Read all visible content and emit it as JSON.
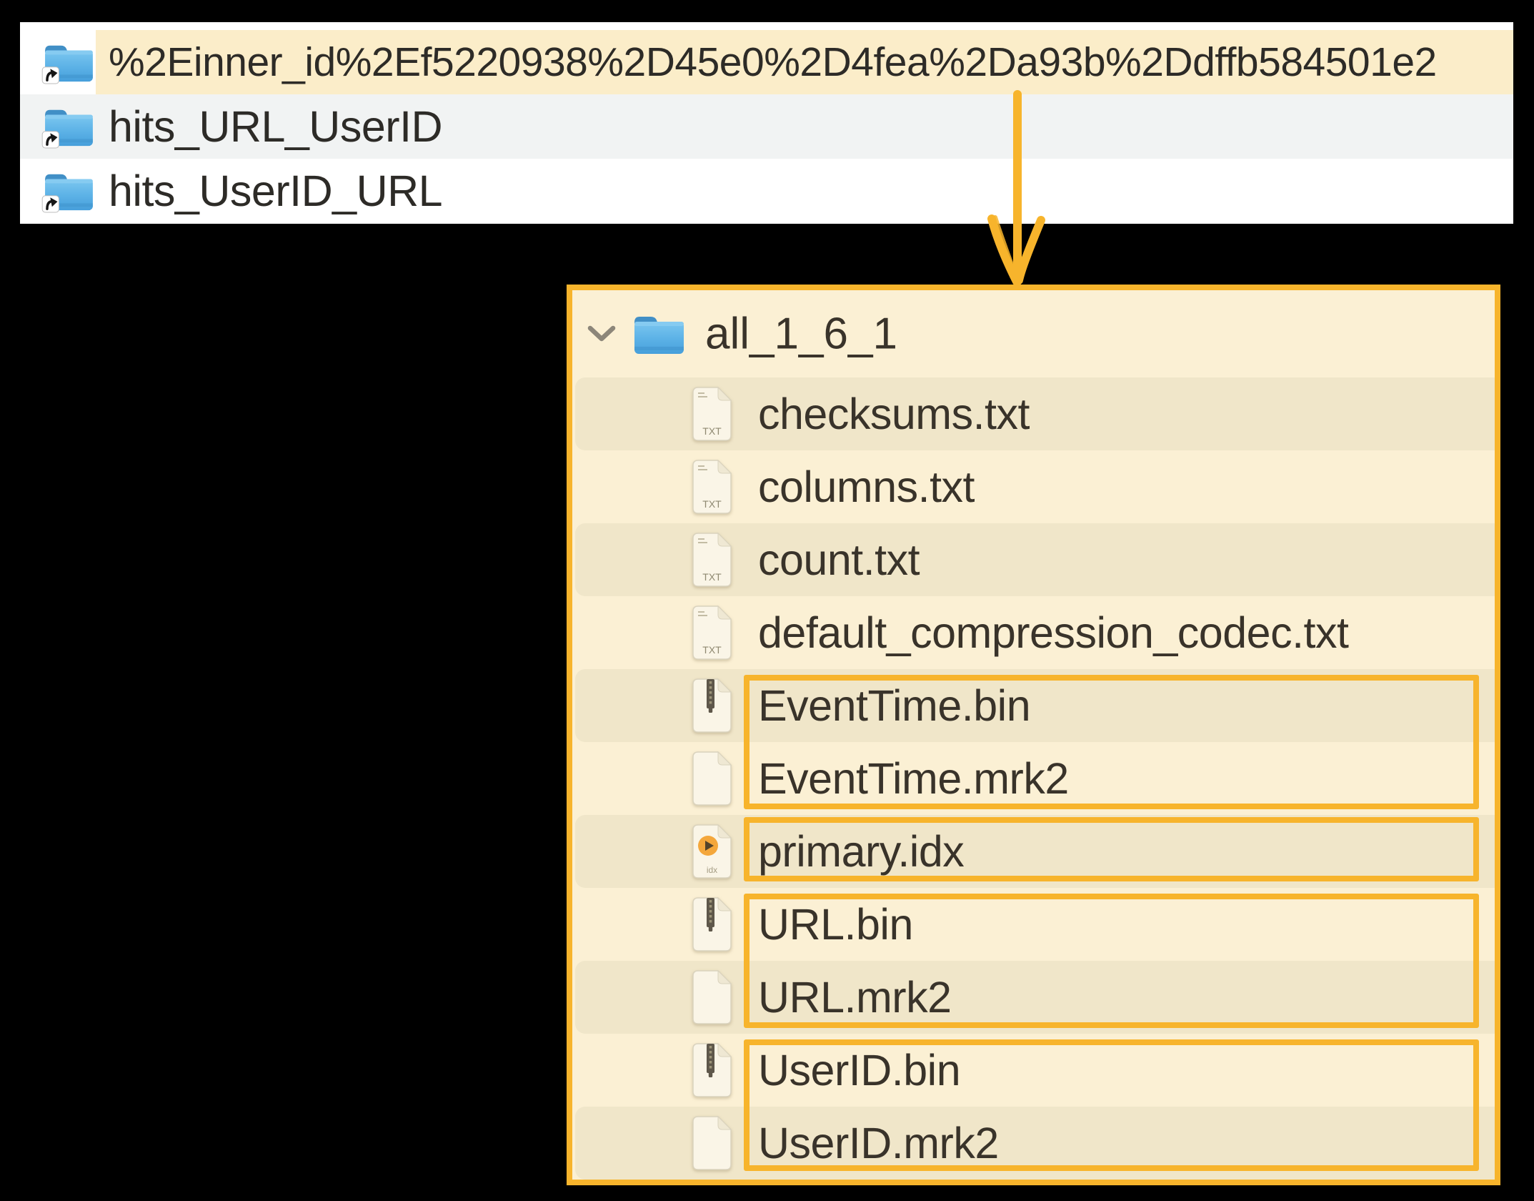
{
  "top_panel": {
    "rows": [
      {
        "name": "%2Einner_id%2Ef5220938%2D45e0%2D4fea%2Da93b%2Ddffb584501e2",
        "icon": "alias-folder",
        "highlighted": true
      },
      {
        "name": "hits_URL_UserID",
        "icon": "alias-folder",
        "highlighted": false
      },
      {
        "name": "hits_UserID_URL",
        "icon": "alias-folder",
        "highlighted": false
      }
    ]
  },
  "finder_panel": {
    "root_folder": {
      "name": "all_1_6_1",
      "expanded": true
    },
    "files": [
      {
        "name": "checksums.txt",
        "type": "txt"
      },
      {
        "name": "columns.txt",
        "type": "txt"
      },
      {
        "name": "count.txt",
        "type": "txt"
      },
      {
        "name": "default_compression_codec.txt",
        "type": "txt"
      },
      {
        "name": "EventTime.bin",
        "type": "bin"
      },
      {
        "name": "EventTime.mrk2",
        "type": "generic"
      },
      {
        "name": "primary.idx",
        "type": "idx"
      },
      {
        "name": "URL.bin",
        "type": "bin"
      },
      {
        "name": "URL.mrk2",
        "type": "generic"
      },
      {
        "name": "UserID.bin",
        "type": "bin"
      },
      {
        "name": "UserID.mrk2",
        "type": "generic"
      }
    ],
    "highlighted_file_groups": [
      [
        "EventTime.bin",
        "EventTime.mrk2"
      ],
      [
        "primary.idx"
      ],
      [
        "URL.bin",
        "URL.mrk2"
      ],
      [
        "UserID.bin",
        "UserID.mrk2"
      ]
    ]
  },
  "icons": {
    "txt_badge": "TXT",
    "idx_badge": "idx"
  },
  "colors": {
    "accent_orange": "#F7B42C",
    "selection_cream": "#FBEDC9",
    "panel_cream": "#FBF0D4",
    "row_stripe": "#F0E6C9",
    "alt_row_gray": "#F1F3F3",
    "folder_blue": "#55AEE4",
    "text_dark": "#39332A"
  }
}
